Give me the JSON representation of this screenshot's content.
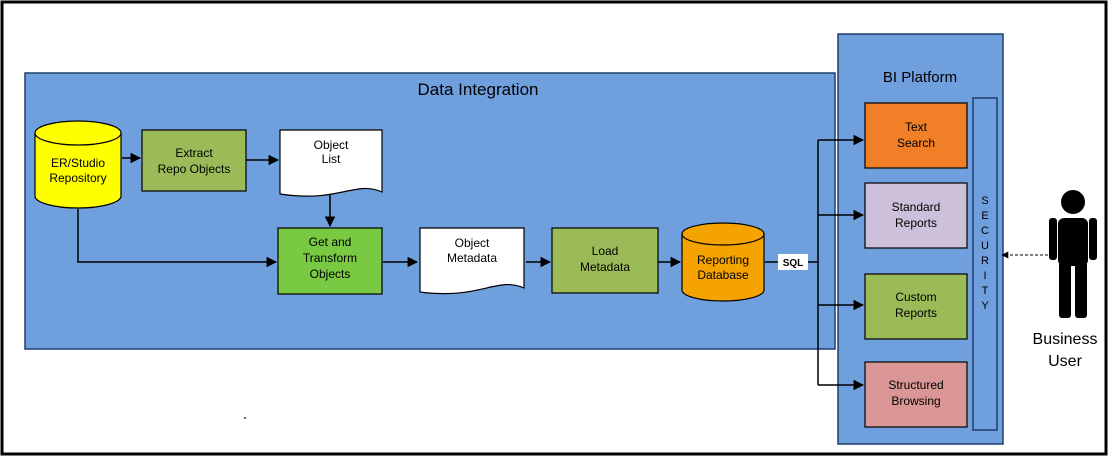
{
  "data_integration": {
    "title": "Data Integration"
  },
  "bi_platform": {
    "title": "BI Platform",
    "security_letters": [
      "S",
      "E",
      "C",
      "U",
      "R",
      "I",
      "T",
      "Y"
    ]
  },
  "nodes": {
    "repository": {
      "lines": [
        "ER/Studio",
        "Repository"
      ]
    },
    "extract": {
      "lines": [
        "Extract",
        "Repo Objects"
      ]
    },
    "object_list": {
      "lines": [
        "Object",
        "List"
      ]
    },
    "get_transform": {
      "lines": [
        "Get and",
        "Transform",
        "Objects"
      ]
    },
    "object_metadata": {
      "lines": [
        "Object",
        "Metadata"
      ]
    },
    "load_metadata": {
      "lines": [
        "Load",
        "Metadata"
      ]
    },
    "reporting_db": {
      "lines": [
        "Reporting",
        "Database"
      ]
    },
    "text_search": {
      "lines": [
        "Text",
        "Search"
      ]
    },
    "standard_reports": {
      "lines": [
        "Standard",
        "Reports"
      ]
    },
    "custom_reports": {
      "lines": [
        "Custom",
        "Reports"
      ]
    },
    "structured_browsing": {
      "lines": [
        "Structured",
        "Browsing"
      ]
    }
  },
  "sql_label": "SQL",
  "user": {
    "lines": [
      "Business",
      "User"
    ]
  },
  "colors": {
    "panel": "#6f9fdd",
    "green_dark": "#9bbb59",
    "green_bright": "#7ac943",
    "yellow": "#ffff00",
    "orange_db": "#f4a300",
    "text_search": "#f07f28",
    "standard_reports": "#ccc0da",
    "custom_reports": "#9bbb59",
    "structured_browsing": "#d99694"
  }
}
